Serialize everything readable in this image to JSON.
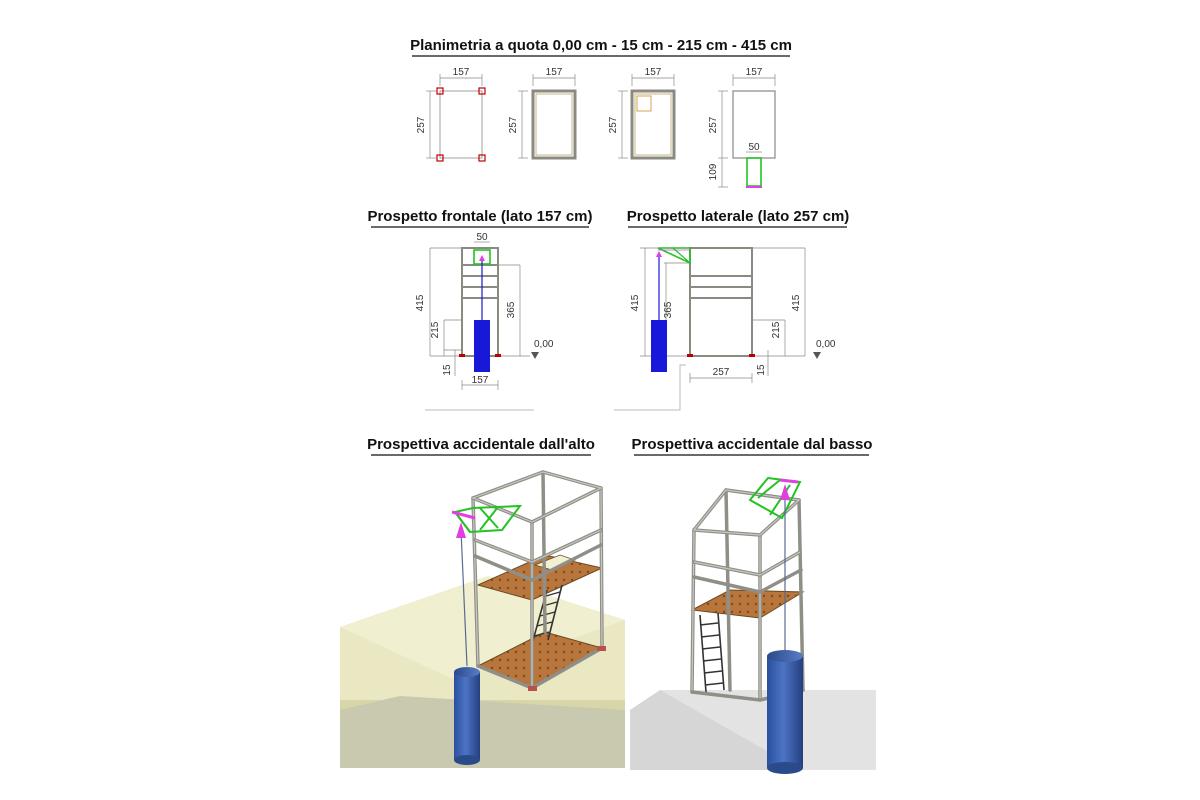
{
  "titles": {
    "plan": "Planimetria a quota 0,00 cm - 15 cm - 215 cm - 415 cm",
    "front": "Prospetto frontale (lato 157 cm)",
    "side": "Prospetto laterale (lato 257 cm)",
    "persp_top": "Prospettiva accidentale dall'alto",
    "persp_bottom": "Prospettiva accidentale dal basso"
  },
  "plan": {
    "width_label": "157",
    "height_label": "257",
    "bar_label": "50",
    "extension_label": "109"
  },
  "front": {
    "top_label": "50",
    "total_height": "415",
    "deck_height": "215",
    "base_height": "15",
    "arm_height": "365",
    "width_label": "157",
    "level_label": "0,00"
  },
  "side": {
    "total_height_left": "415",
    "arm_height": "365",
    "total_height_right": "415",
    "deck_height": "215",
    "width_label": "257",
    "base_height": "15",
    "level_label": "0,00"
  },
  "colors": {
    "frame": "#8a8a80",
    "green": "#22c322",
    "magenta": "#e040e0",
    "bag": "#1818d8",
    "bag_3d": "#3a5fb0",
    "deck": "#b5733a",
    "ground": "#e8e8c0",
    "anchor": "#c00000"
  }
}
